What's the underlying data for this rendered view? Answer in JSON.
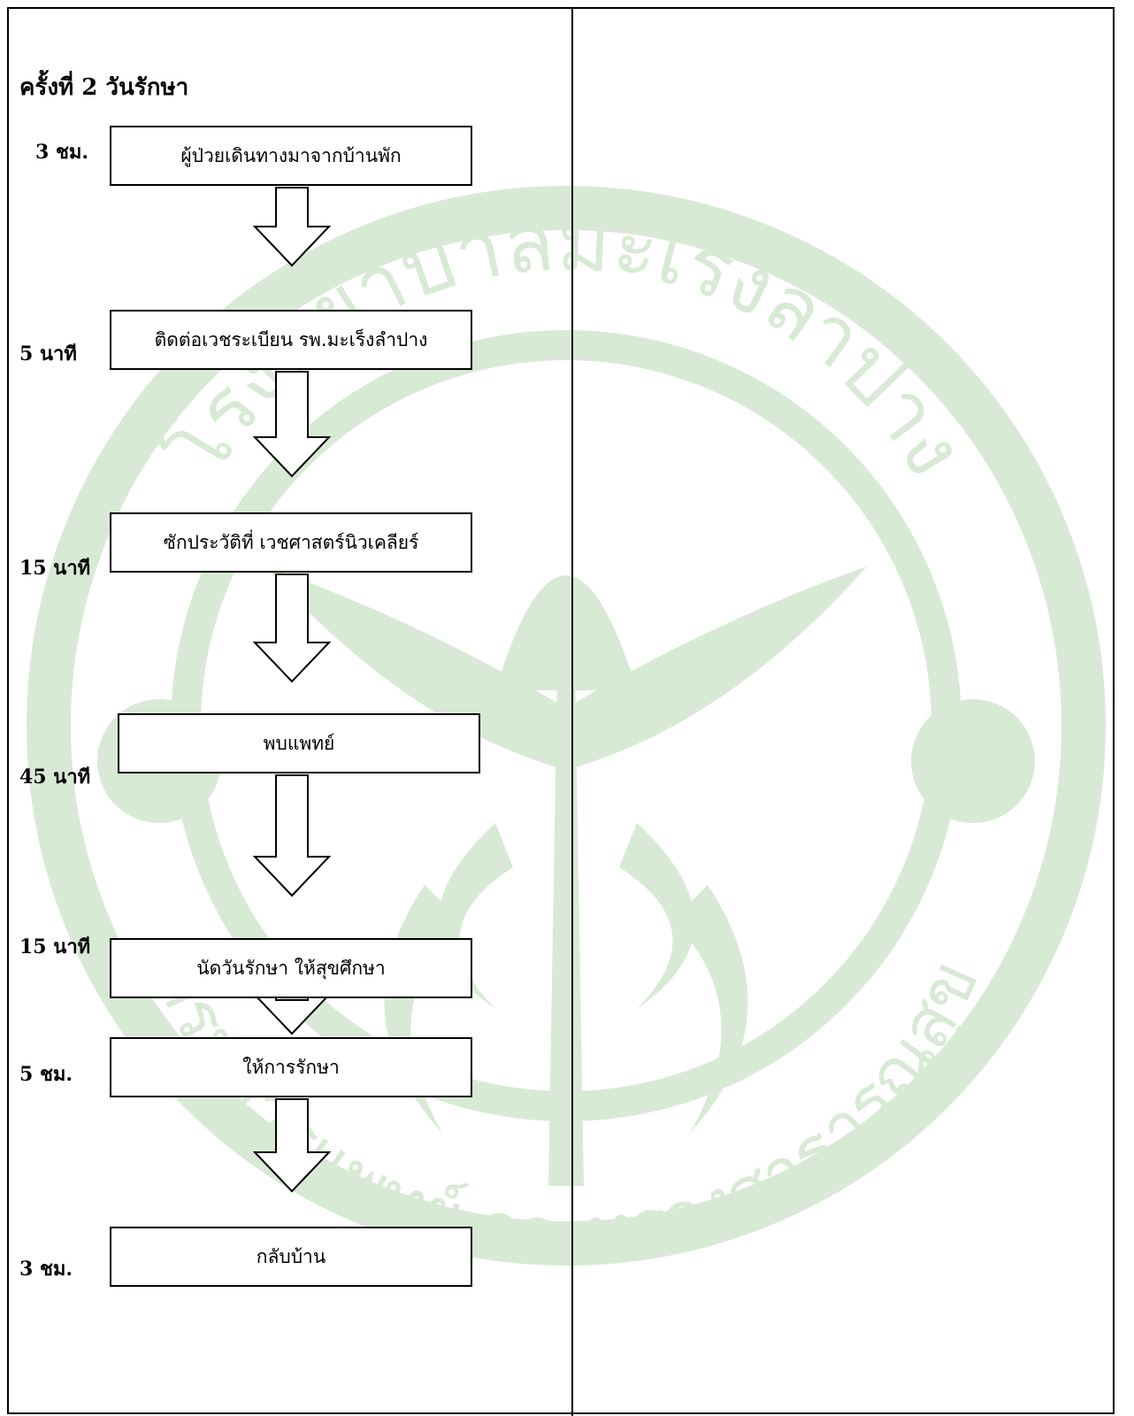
{
  "heading": "ครั้งที่ 2 วันรักษา",
  "steps": [
    {
      "time": "3 ชม.",
      "label": "ผู้ป่วยเดินทางมาจากบ้านพัก"
    },
    {
      "time": "5 นาที",
      "label": "ติดต่อเวชระเบียน รพ.มะเร็งลำปาง"
    },
    {
      "time": "15 นาที",
      "label": "ซักประวัติที่ เวชศาสตร์นิวเคลียร์"
    },
    {
      "time": "45 นาที",
      "label": "พบแพทย์"
    },
    {
      "time": "15 นาที",
      "label": "นัดวันรักษา ให้สุขศึกษา"
    },
    {
      "time": "5 ชม.",
      "label": "ให้การรักษา"
    },
    {
      "time": "3 ชม.",
      "label": "กลับบ้าน"
    }
  ],
  "watermark": {
    "top_text": "โรงพยาบาลมะเร็งลำปาง",
    "bottom_text": "กรมการแพทย์ กระทรวงสาธารณสุข",
    "color": "#d8ead5"
  }
}
